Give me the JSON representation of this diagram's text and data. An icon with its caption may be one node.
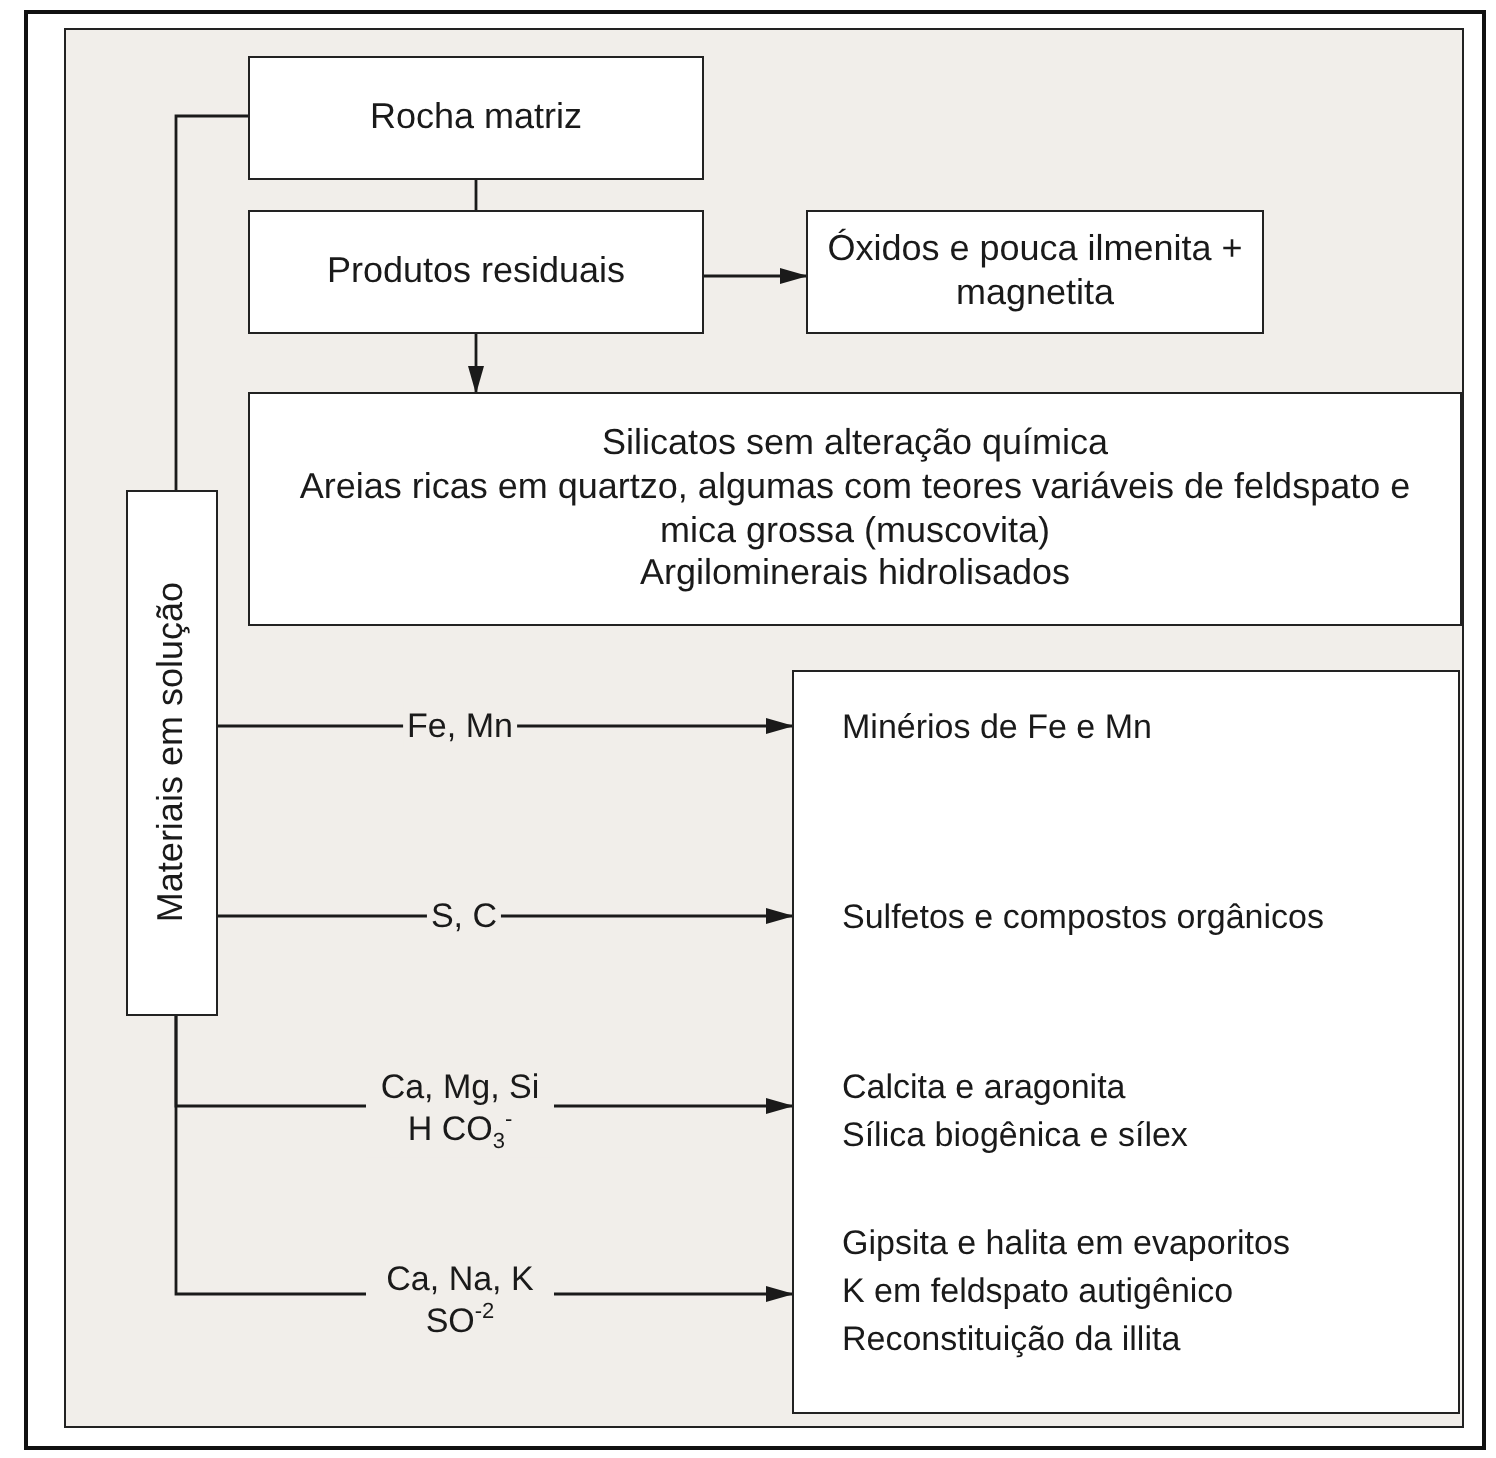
{
  "diagram": {
    "nodes": [
      {
        "text": [
          "Rocha matriz"
        ]
      },
      {
        "text": [
          "Produtos residuais"
        ]
      },
      {
        "text": [
          "Óxidos e pouca ilmenita + magnetita"
        ]
      },
      {
        "text": [
          "Silicatos sem alteração química",
          "Areias ricas em quartzo, algumas com teores variáveis de feldspato e mica grossa (muscovita)",
          "Argilominerais hidrolisados"
        ]
      },
      {
        "text": [
          "Materiais em solução"
        ]
      },
      {
        "text": [
          "Minérios de Fe e Mn",
          "Sulfetos e compostos orgânicos",
          "Calcita e aragonita",
          "Sílica biogênica e sílex",
          "Gipsita e halita em evaporitos",
          "K em feldspato autigênico",
          "Reconstituição da illita"
        ]
      }
    ],
    "edges": [
      {
        "from": 0,
        "to": 1,
        "arrow": "none"
      },
      {
        "from": 0,
        "to": 4,
        "arrow": "none"
      },
      {
        "from": 1,
        "to": 2,
        "arrow": "to"
      },
      {
        "from": 1,
        "to": 3,
        "arrow": "to"
      },
      {
        "from": 4,
        "to": 5,
        "arrow": "to",
        "label": "Fe, Mn"
      },
      {
        "from": 4,
        "to": 5,
        "arrow": "to",
        "label": "S, C"
      },
      {
        "from": 4,
        "to": 5,
        "arrow": "to",
        "label": "Ca, Mg, Si H CO$_{3}$$^{-}$"
      },
      {
        "from": 4,
        "to": 5,
        "arrow": "to",
        "label": "Ca, Na, K SO$^{-2}$"
      }
    ]
  }
}
